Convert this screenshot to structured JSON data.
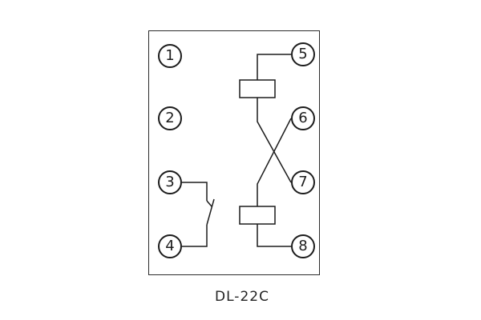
{
  "title": "DL-22C",
  "terminals": {
    "left": [
      "1",
      "2",
      "3",
      "4"
    ],
    "right": [
      "5",
      "6",
      "7",
      "8"
    ]
  },
  "components": {
    "upper_element": "coil-rectangle",
    "lower_element": "coil-rectangle",
    "left_element": "normally-open-contact"
  },
  "colors": {
    "line": "#1c1c1c",
    "background": "#ffffff"
  }
}
